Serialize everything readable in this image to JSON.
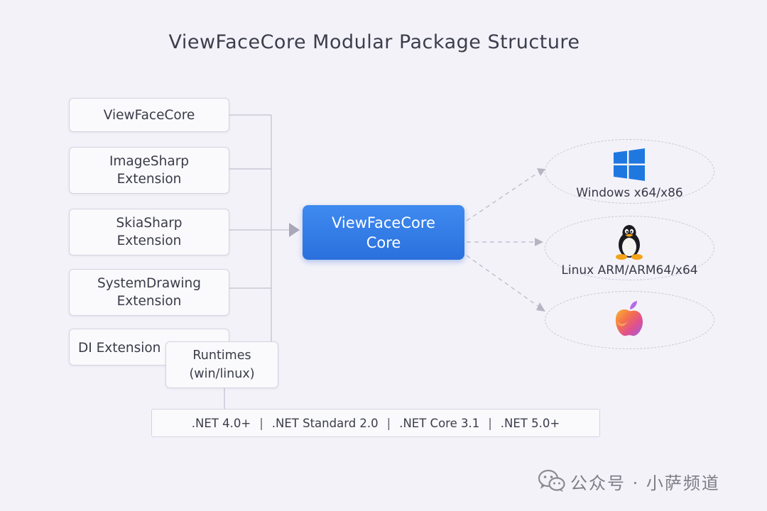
{
  "title": "ViewFaceCore Modular Package Structure",
  "packages": [
    {
      "line1": "ViewFaceCore",
      "line2": ""
    },
    {
      "line1": "ImageSharp",
      "line2": "Extension"
    },
    {
      "line1": "SkiaSharp",
      "line2": "Extension"
    },
    {
      "line1": "SystemDrawing",
      "line2": "Extension"
    },
    {
      "line1": "DI Extension",
      "line2": ""
    }
  ],
  "runtimes": {
    "line1": "Runtimes",
    "line2": "(win/linux)"
  },
  "core": {
    "line1": "ViewFaceCore",
    "line2": "Core"
  },
  "frameworks": [
    ".NET 4.0+",
    ".NET Standard 2.0",
    ".NET Core 3.1",
    ".NET 5.0+"
  ],
  "framework_separator": "|",
  "platforms": [
    {
      "label": "Windows x64/x86",
      "icon": "windows-icon"
    },
    {
      "label": "Linux ARM/ARM64/x64",
      "icon": "linux-tux-icon"
    },
    {
      "label": "",
      "icon": "apple-icon"
    }
  ],
  "colors": {
    "background": "#f4f2f9",
    "core_fill": "#2f78e6",
    "connector": "#c9c7d4",
    "arrow": "#a9a8b8"
  },
  "watermark": {
    "text": "公众号 · 小萨频道",
    "icon": "wechat-icon"
  }
}
